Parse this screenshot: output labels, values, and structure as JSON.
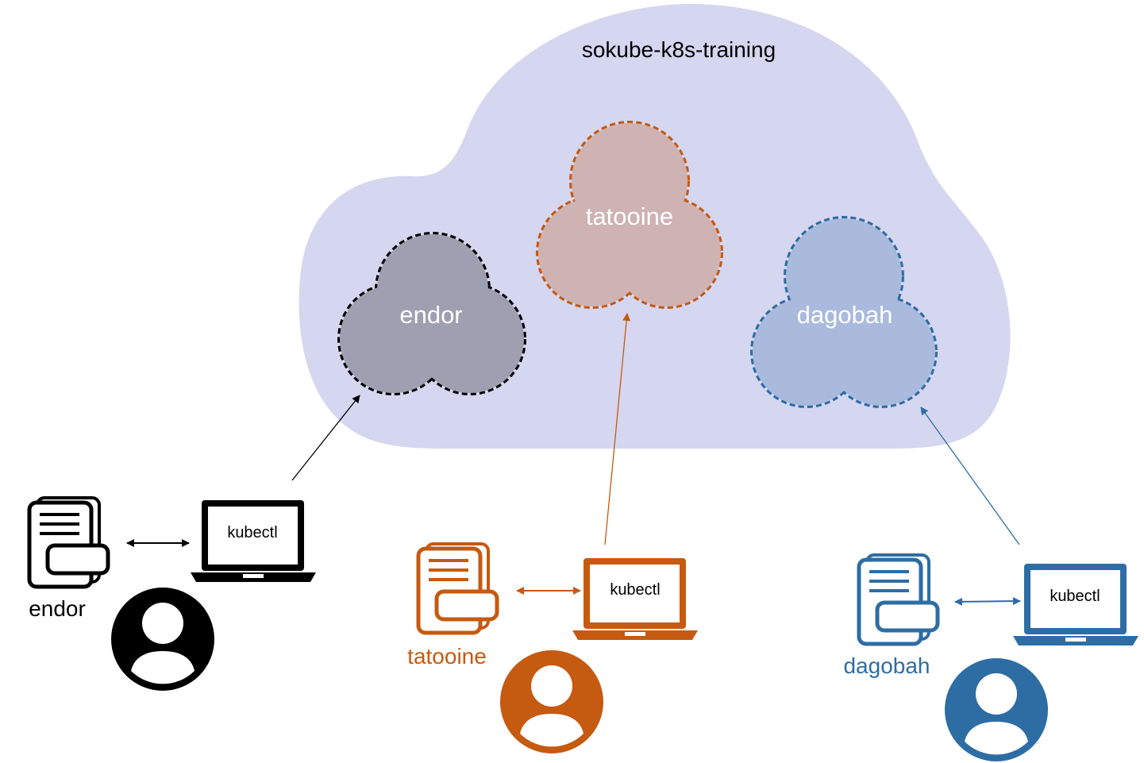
{
  "cluster": {
    "title": "sokube-k8s-training"
  },
  "namespaces": [
    {
      "label": "endor"
    },
    {
      "label": "tatooine"
    },
    {
      "label": "dagobah"
    }
  ],
  "users": [
    {
      "label": "endor",
      "laptop_label": "kubectl"
    },
    {
      "label": "tatooine",
      "laptop_label": "kubectl"
    },
    {
      "label": "dagobah",
      "laptop_label": "kubectl"
    }
  ],
  "icons": {
    "config": "documents-icon",
    "workstation": "laptop-icon",
    "user": "user-avatar-icon"
  },
  "colors": {
    "cluster_fill": "#d5d6f0",
    "endor": "#000000",
    "endor_fill": "#9e9fb0",
    "tatooine": "#c55a11",
    "tatooine_fill": "#cfb2b2",
    "dagobah": "#2e6da4",
    "dagobah_fill": "#a9badc",
    "namespace_label": "#ffffff"
  }
}
